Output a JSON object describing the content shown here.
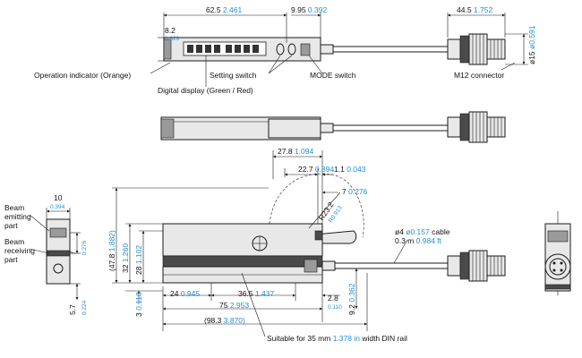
{
  "colors": {
    "metric": "#111111",
    "inch": "#1f8fd6",
    "line": "#1a1a1a",
    "body": "#e8e8e8"
  },
  "dims": {
    "top_len": {
      "mm": "62.5",
      "in": "2.461"
    },
    "top_h": {
      "mm": "8.2",
      "in": "0.323"
    },
    "top_gap": {
      "mm": "9.95",
      "in": "0.392"
    },
    "conn_len": {
      "mm": "44.5",
      "in": "1.752"
    },
    "conn_dia": {
      "mm": "ø15",
      "in": "ø0.591"
    },
    "w27": {
      "mm": "27.8",
      "in": "1.094"
    },
    "w22": {
      "mm": "22.7",
      "in": "0.894"
    },
    "w1": {
      "mm": "1.1",
      "in": "0.043"
    },
    "w7": {
      "mm": "7",
      "in": "0.276"
    },
    "r23": {
      "mm": "R23.2",
      "in": "R0.913"
    },
    "h47": {
      "mm": "(47.8",
      "in": "1.882)"
    },
    "h32": {
      "mm": "32",
      "in": "1.260"
    },
    "h28": {
      "mm": "28",
      "in": "1.102"
    },
    "h3": {
      "mm": "3",
      "in": "0.118"
    },
    "b24": {
      "mm": "24",
      "in": "0.945"
    },
    "b36": {
      "mm": "36.5",
      "in": "1.437"
    },
    "b75": {
      "mm": "75",
      "in": "2.953"
    },
    "b98": {
      "mm": "(98.3",
      "in": "3.870)"
    },
    "b28": {
      "mm": "2.8",
      "in": "0.110"
    },
    "b92": {
      "mm": "9.2",
      "in": "0.362"
    },
    "s10": {
      "mm": "10",
      "in": "0.394"
    },
    "s7": {
      "mm": "7",
      "in": "0.276"
    },
    "s57": {
      "mm": "5.7",
      "in": "0.224"
    }
  },
  "labels": {
    "operation_indicator": "Operation indicator (Orange)",
    "setting_switch": "Setting switch",
    "mode_switch": "MODE switch",
    "digital_display": "Digital display (Green / Red)",
    "m12_connector": "M12 connector",
    "beam_emitting": [
      "Beam",
      "emitting",
      "part"
    ],
    "beam_receiving": [
      "Beam",
      "receiving",
      "part"
    ],
    "cable_line1_pre": "ø4 ",
    "cable_line1_in": "ø0.157",
    "cable_line1_post": " cable",
    "cable_line2_pre": "0.3 m ",
    "cable_line2_in": "0.984 ft",
    "din_pre": "Suitable for 35 mm ",
    "din_in": "1.378 in",
    "din_post": " width DIN rail"
  }
}
